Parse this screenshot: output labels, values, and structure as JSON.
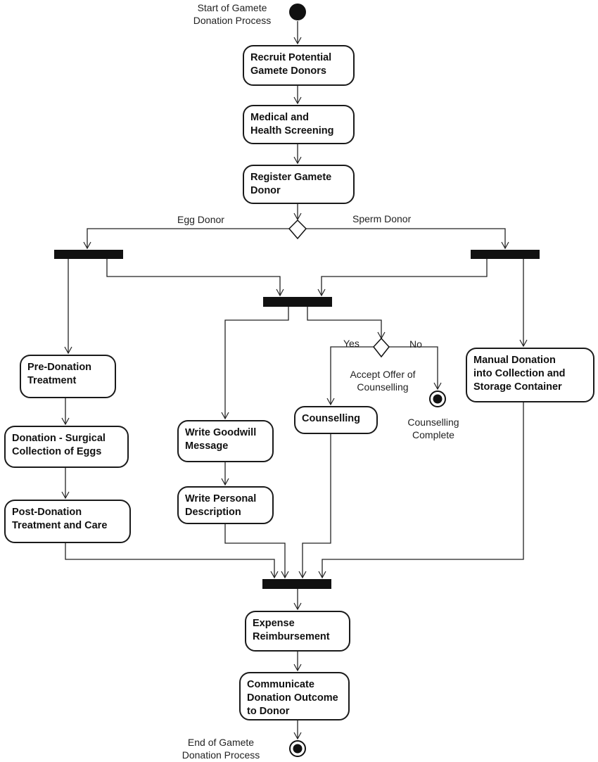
{
  "diagram": {
    "start_label": "Start of Gamete\nDonation Process",
    "end_label": "End of Gamete\nDonation Process",
    "activities": {
      "recruit": "Recruit Potential\nGamete Donors",
      "screening": "Medical and\nHealth Screening",
      "register": "Register Gamete\nDonor",
      "pre_donation": "Pre-Donation\nTreatment",
      "surgical": "Donation - Surgical\nCollection of Eggs",
      "post_donation": "Post-Donation\nTreatment and Care",
      "goodwill": "Write Goodwill\nMessage",
      "description": "Write Personal\nDescription",
      "counselling": "Counselling",
      "manual": "Manual Donation\ninto Collection and\nStorage Container",
      "expense": "Expense\nReimbursement",
      "communicate": "Communicate\nDonation Outcome\nto Donor"
    },
    "branch_labels": {
      "egg": "Egg Donor",
      "sperm": "Sperm Donor",
      "yes": "Yes",
      "no": "No",
      "accept": "Accept Offer of\nCounselling",
      "counselling_complete": "Counselling\nComplete"
    }
  }
}
